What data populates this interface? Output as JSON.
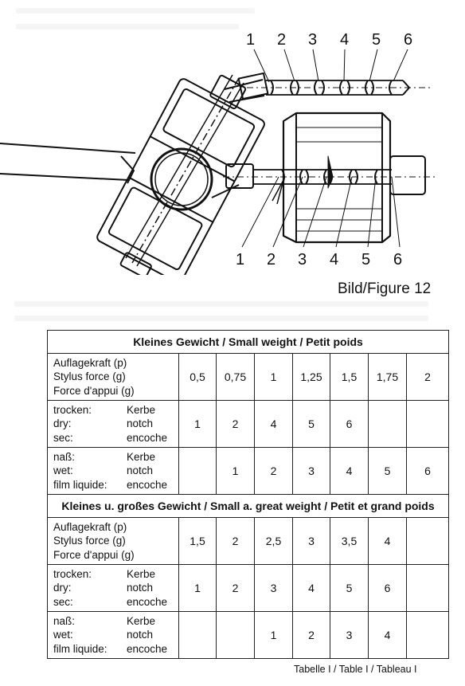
{
  "figure": {
    "top_labels": [
      "1",
      "2",
      "3",
      "4",
      "5",
      "6"
    ],
    "bottom_labels": [
      "1",
      "2",
      "3",
      "4",
      "5",
      "6"
    ],
    "caption": "Bild/Figure   12"
  },
  "table1": {
    "title": "Kleines Gewicht / Small weight / Petit poids",
    "force_label": [
      "Auflagekraft (p)",
      "Stylus force (g)",
      "Force d'appui (g)"
    ],
    "force_values": [
      "0,5",
      "0,75",
      "1",
      "1,25",
      "1,5",
      "1,75",
      "2"
    ],
    "dry_label": [
      [
        "trocken:",
        "Kerbe"
      ],
      [
        "dry:",
        "notch"
      ],
      [
        "sec:",
        "encoche"
      ]
    ],
    "dry_values": [
      "1",
      "2",
      "4",
      "5",
      "6",
      "",
      ""
    ],
    "wet_label": [
      [
        "naß:",
        "Kerbe"
      ],
      [
        "wet:",
        "notch"
      ],
      [
        "film liquide:",
        "encoche"
      ]
    ],
    "wet_values": [
      "",
      "1",
      "2",
      "3",
      "4",
      "5",
      "6"
    ]
  },
  "table2": {
    "title": "Kleines u. großes Gewicht / Small a. great weight / Petit et grand poids",
    "force_label": [
      "Auflagekraft (p)",
      "Stylus force (g)",
      "Force d'appui (g)"
    ],
    "force_values": [
      "1,5",
      "2",
      "2,5",
      "3",
      "3,5",
      "4",
      ""
    ],
    "dry_label": [
      [
        "trocken:",
        "Kerbe"
      ],
      [
        "dry:",
        "notch"
      ],
      [
        "sec:",
        "encoche"
      ]
    ],
    "dry_values": [
      "1",
      "2",
      "3",
      "4",
      "5",
      "6",
      ""
    ],
    "wet_label": [
      [
        "naß:",
        "Kerbe"
      ],
      [
        "wet:",
        "notch"
      ],
      [
        "film liquide:",
        "encoche"
      ]
    ],
    "wet_values": [
      "",
      "",
      "1",
      "2",
      "3",
      "4",
      ""
    ]
  },
  "footer": "Tabelle I / Table I / Tableau I"
}
